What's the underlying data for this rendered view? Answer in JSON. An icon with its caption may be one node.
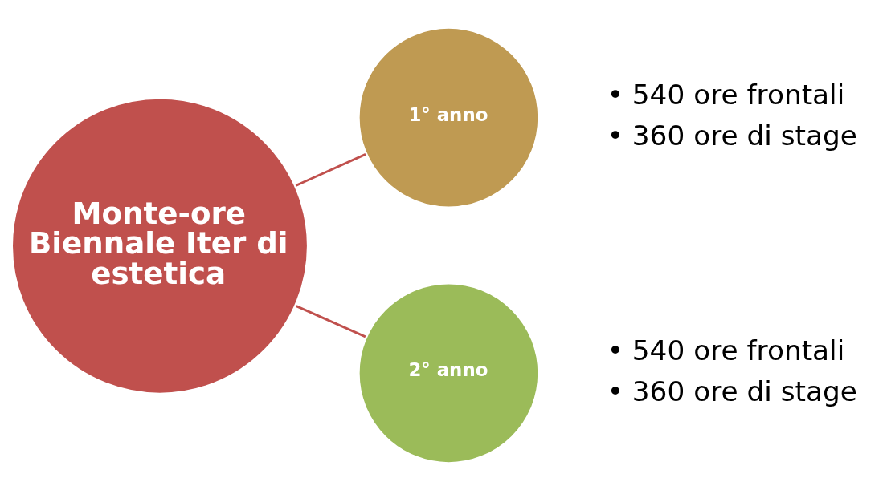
{
  "diagram": {
    "nodes": [
      {
        "text": [
          "Monte-ore Biennale Iter di estetica"
        ]
      },
      {
        "text": [
          "1° anno"
        ],
        "beside": [
          "• 540 ore frontali",
          "• 360 ore di stage"
        ]
      },
      {
        "text": [
          "2° anno"
        ],
        "beside": [
          "• 540 ore frontali",
          "• 360 ore di stage"
        ]
      }
    ],
    "edges": [
      {
        "from": 0,
        "to": 1,
        "arrow": "none"
      },
      {
        "from": 0,
        "to": 2,
        "arrow": "none"
      }
    ]
  }
}
